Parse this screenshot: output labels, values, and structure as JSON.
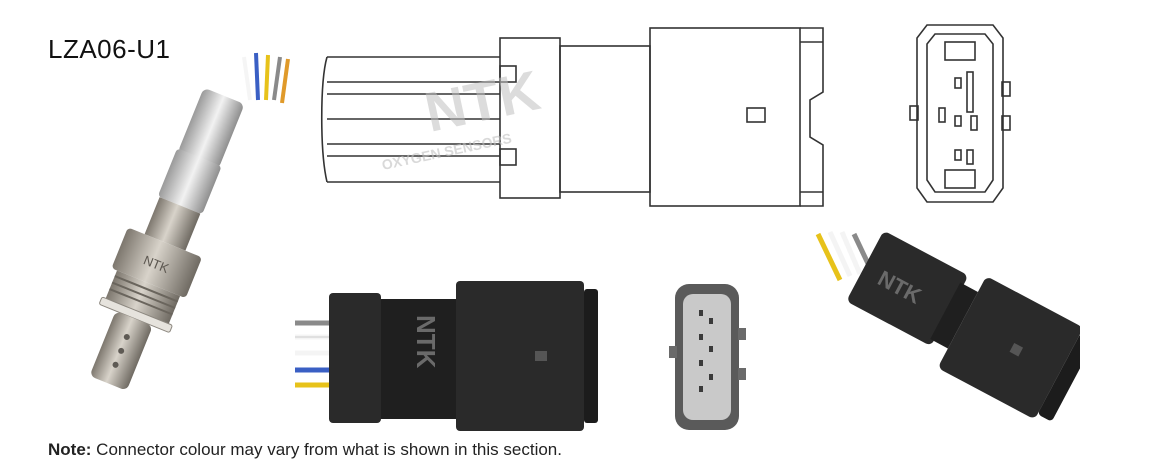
{
  "part_number": "LZA06-U1",
  "note": {
    "label": "Note:",
    "text": " Connector colour may vary from what is shown in this section."
  },
  "watermark": {
    "brand": "NTK",
    "subtitle": "OXYGEN SENSORS"
  },
  "connector_brand": "NTK",
  "sensor_stamp": "NTK",
  "colors": {
    "line_drawing": "#333333",
    "connector_body": "#2a2a2a",
    "connector_light": "#c9c9c9",
    "sensor_steel": "#b9b4ab",
    "sensor_shell": "#d9d9d9",
    "wire_blue": "#3a5fc4",
    "wire_yellow": "#e7c21a",
    "wire_grey": "#8a8a8a",
    "wire_white": "#f4f4f4",
    "watermark": "#bfbfbf"
  }
}
